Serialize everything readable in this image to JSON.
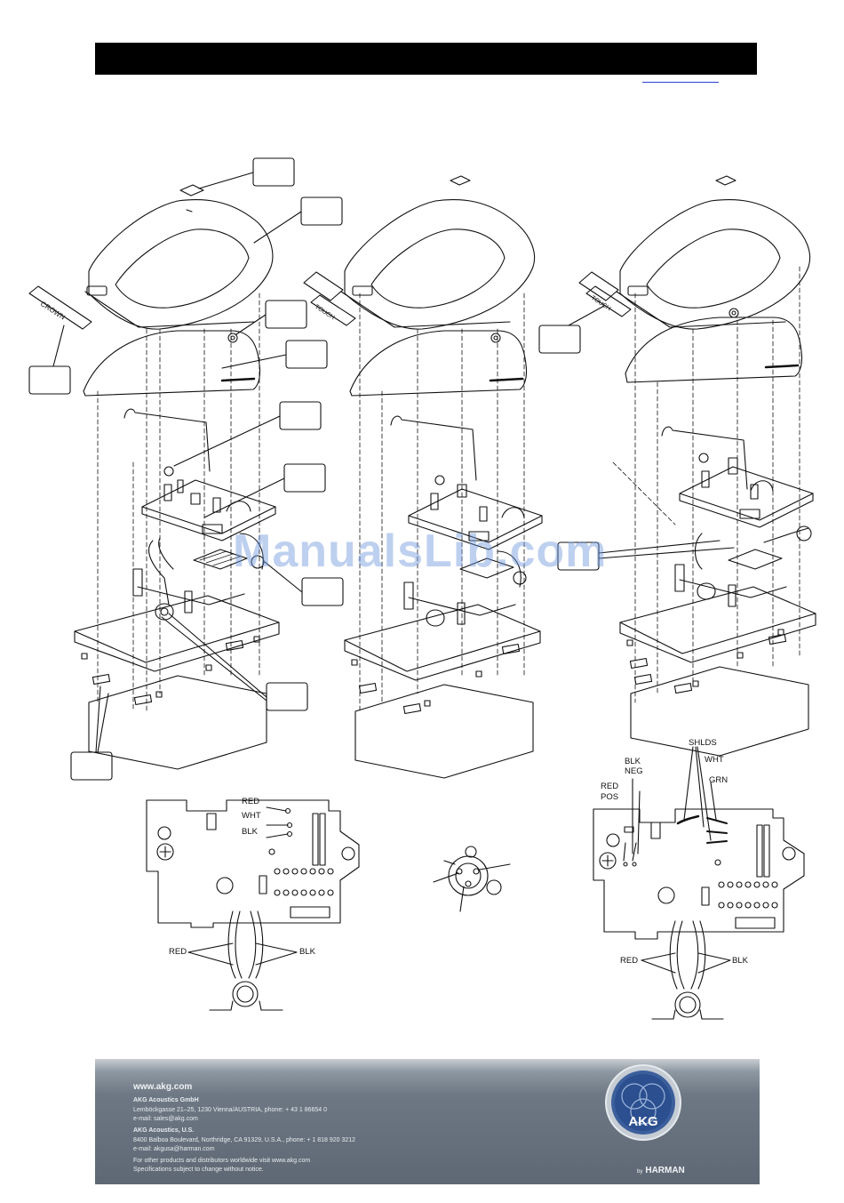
{
  "header": {
    "title": ""
  },
  "watermark": "ManualsLib.com",
  "callouts": [
    {
      "id": "1",
      "label": ""
    },
    {
      "id": "2",
      "label": ""
    },
    {
      "id": "3",
      "label": ""
    },
    {
      "id": "4",
      "label": ""
    },
    {
      "id": "5",
      "label": ""
    },
    {
      "id": "6",
      "label": ""
    },
    {
      "id": "7",
      "label": ""
    },
    {
      "id": "8",
      "label": ""
    },
    {
      "id": "9",
      "label": ""
    },
    {
      "id": "10",
      "label": ""
    },
    {
      "id": "11",
      "label": ""
    }
  ],
  "wiring_left": {
    "red": "RED",
    "wht": "WHT",
    "blk": "BLK",
    "bottom_red": "RED",
    "bottom_blk": "BLK"
  },
  "wiring_right": {
    "shlds": "SHLDS",
    "blk": "BLK",
    "neg": "NEG",
    "wht": "WHT",
    "grn": "GRN",
    "red": "RED",
    "pos": "POS",
    "bottom_red": "RED",
    "bottom_blk": "BLK"
  },
  "footer": {
    "website": "www.akg.com",
    "company1": "AKG Acoustics GmbH",
    "address1": "Lemböckgasse 21–25, 1230 Vienna/AUSTRIA, phone: + 43 1 86654 0",
    "email1": "e-mail: sales@akg.com",
    "company2": "AKG Acoustics, U.S.",
    "address2": "8400 Balboa Boulevard, Northridge, CA 91329, U.S.A., phone: + 1 818 920 3212",
    "email2": "e-mail: akgusa@harman.com",
    "note1": "For other products and distributors worldwide visit www.akg.com",
    "note2": "Specifications subject to change without notice.",
    "logo_text": "AKG",
    "by_text": "by",
    "harman_text": "HARMAN"
  },
  "colors": {
    "header": "#000000",
    "footer": "#6d7884",
    "logo_ring": "#b9c3cc",
    "logo_center": "#2f5aa8"
  }
}
